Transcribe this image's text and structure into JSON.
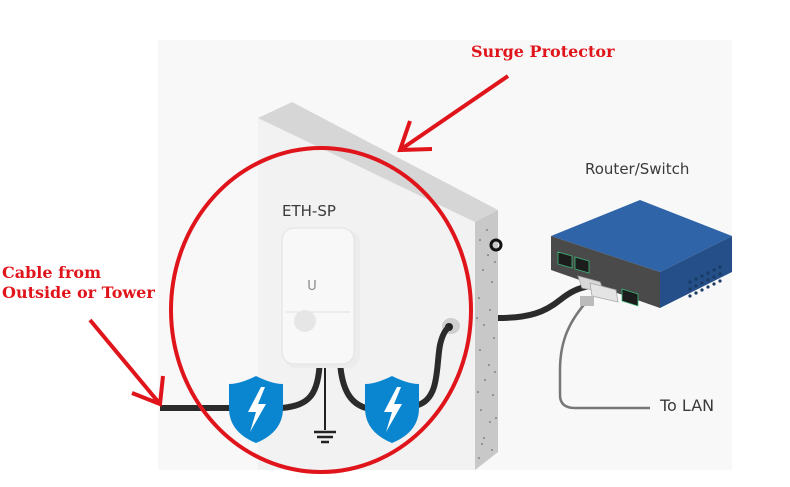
{
  "annotations": {
    "surge_protector": "Surge Protector",
    "cable_source_line1": "Cable from",
    "cable_source_line2": "Outside or Tower"
  },
  "labels": {
    "device": "ETH-SP",
    "router": "Router/Switch",
    "lan": "To LAN"
  },
  "device_logo": "U",
  "icons": {
    "surge_shield": "shield-lightning-icon",
    "ground": "ground-symbol-icon"
  },
  "colors": {
    "annotation_red": "#e0141b",
    "shield_blue": "#0a85d0",
    "router_blue": "#2f64a8",
    "cable": "#2b2b2b",
    "panel": "#f8f8f8",
    "wall_side": "#c8c8c8"
  }
}
